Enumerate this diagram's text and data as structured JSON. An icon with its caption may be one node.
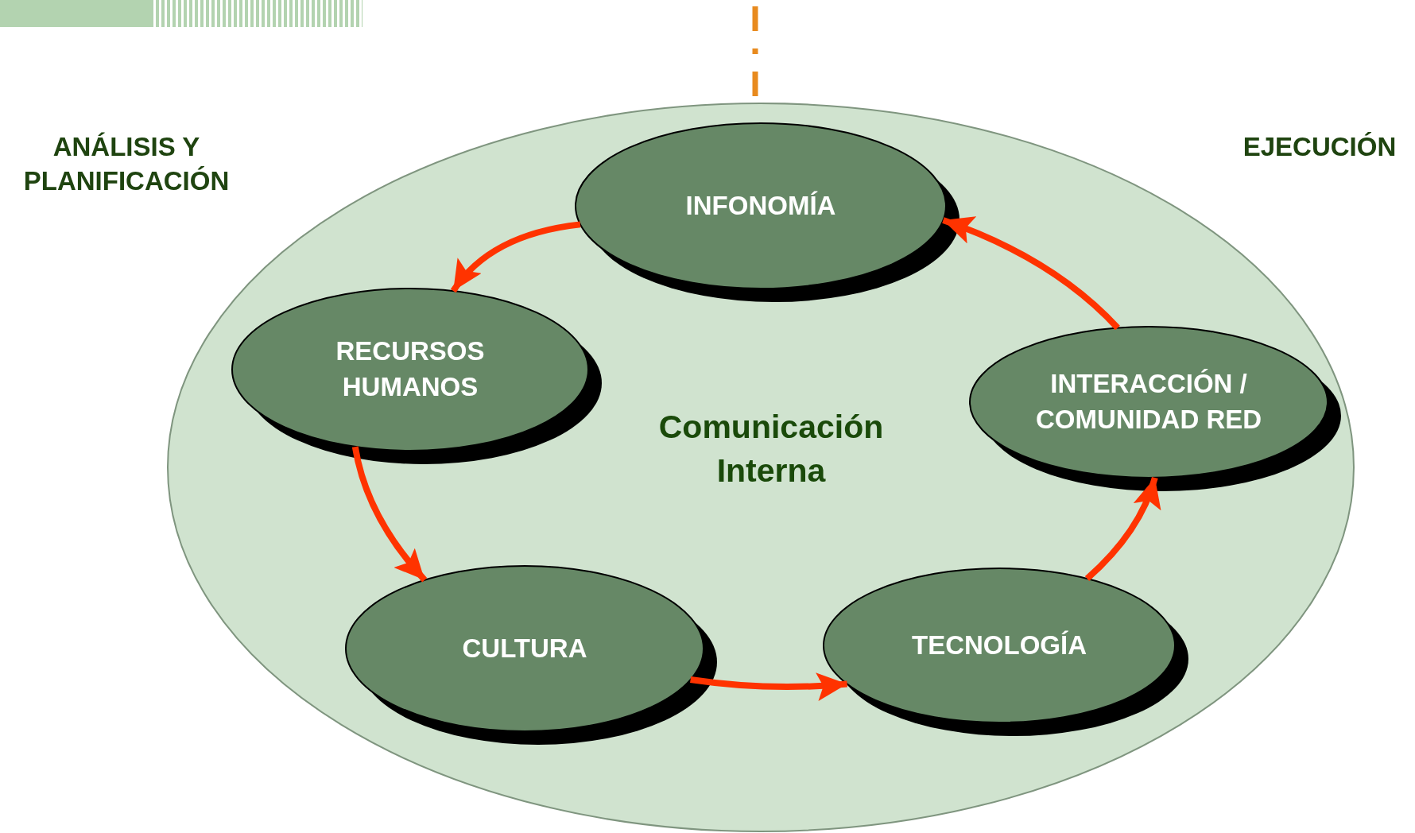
{
  "diagram": {
    "nodes": [
      {
        "text": [
          "Comunicación Interna"
        ]
      },
      {
        "text": [
          "INFONOMÍA"
        ],
        "in": 0
      },
      {
        "text": [
          "RECURSOS HUMANOS"
        ],
        "in": 0
      },
      {
        "text": [
          "CULTURA"
        ],
        "in": 0
      },
      {
        "text": [
          "TECNOLOGÍA"
        ],
        "in": 0
      },
      {
        "text": [
          "INTERACCIÓN / COMUNIDAD RED"
        ],
        "in": 0
      }
    ],
    "edges": [
      {
        "from": 1,
        "to": 2,
        "arrow": "to"
      },
      {
        "from": 2,
        "to": 3,
        "arrow": "to"
      },
      {
        "from": 3,
        "to": 4,
        "arrow": "to"
      },
      {
        "from": 4,
        "to": 5,
        "arrow": "to"
      },
      {
        "from": 5,
        "to": 1,
        "arrow": "to"
      }
    ],
    "labels": [
      "ANÁLISIS Y PLANIFICACIÓN",
      "EJECUCIÓN"
    ]
  }
}
